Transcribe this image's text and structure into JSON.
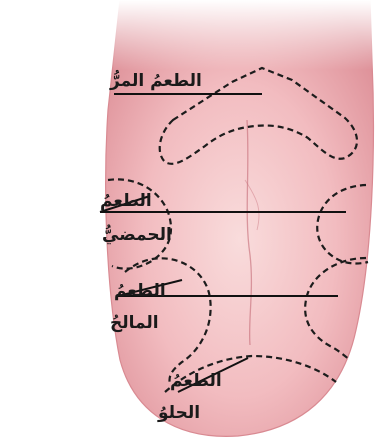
{
  "labels": {
    "bitter": [
      "الطعمُ المرُّ"
    ],
    "sour": [
      "الطعمُ",
      "الحمضيُّ"
    ],
    "salty": [
      "الطعمُ",
      "المالحُ"
    ],
    "sweet": [
      "الطعمُ",
      "الحلوُ"
    ]
  },
  "colors": {
    "tongue_base": "#eba8ad",
    "tongue_light": "#f7d3d4",
    "tongue_edge": "#d9858d",
    "zone_line": "#1c1c1c",
    "leader_line": "#111111"
  }
}
